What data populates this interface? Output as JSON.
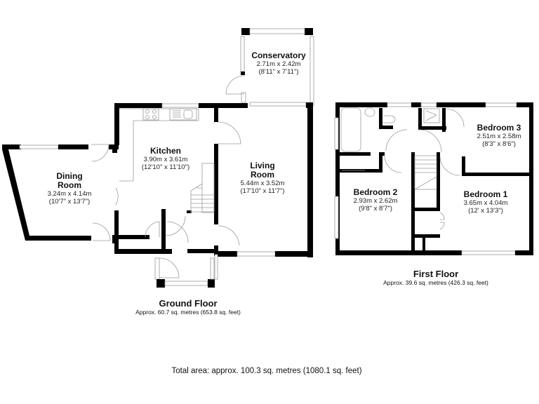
{
  "ground_floor": {
    "title": "Ground Floor",
    "area": "Approx. 60.7 sq. metres (653.8 sq. feet)",
    "rooms": [
      {
        "name": "Conservatory",
        "metric": "2.71m x 2.42m",
        "imperial": "(8'11\" x 7'11\")"
      },
      {
        "name": "Kitchen",
        "metric": "3.90m x 3.61m",
        "imperial": "(12'10\" x 11'10\")"
      },
      {
        "name": "Dining Room",
        "name_line1": "Dining",
        "name_line2": "Room",
        "metric": "3.24m x 4.14m",
        "imperial": "(10'7\" x 13'7\")"
      },
      {
        "name": "Living Room",
        "name_line1": "Living",
        "name_line2": "Room",
        "metric": "5.44m x 3.52m",
        "imperial": "(17'10\" x 11'7\")"
      }
    ]
  },
  "first_floor": {
    "title": "First Floor",
    "area": "Approx. 39.6 sq. metres (426.3 sq. feet)",
    "rooms": [
      {
        "name": "Bedroom 3",
        "metric": "2.51m x 2.58m",
        "imperial": "(8'3\" x 8'6\")"
      },
      {
        "name": "Bedroom 2",
        "metric": "2.93m x 2.62m",
        "imperial": "(9'8\" x 8'7\")"
      },
      {
        "name": "Bedroom 1",
        "metric": "3.65m x 4.04m",
        "imperial": "(12' x 13'3\")"
      }
    ]
  },
  "total_area": "Total area: approx. 100.3 sq. metres (1080.1 sq. feet)",
  "colors": {
    "wall": "#000000",
    "fixture": "#9a9a9a",
    "background": "#ffffff"
  }
}
